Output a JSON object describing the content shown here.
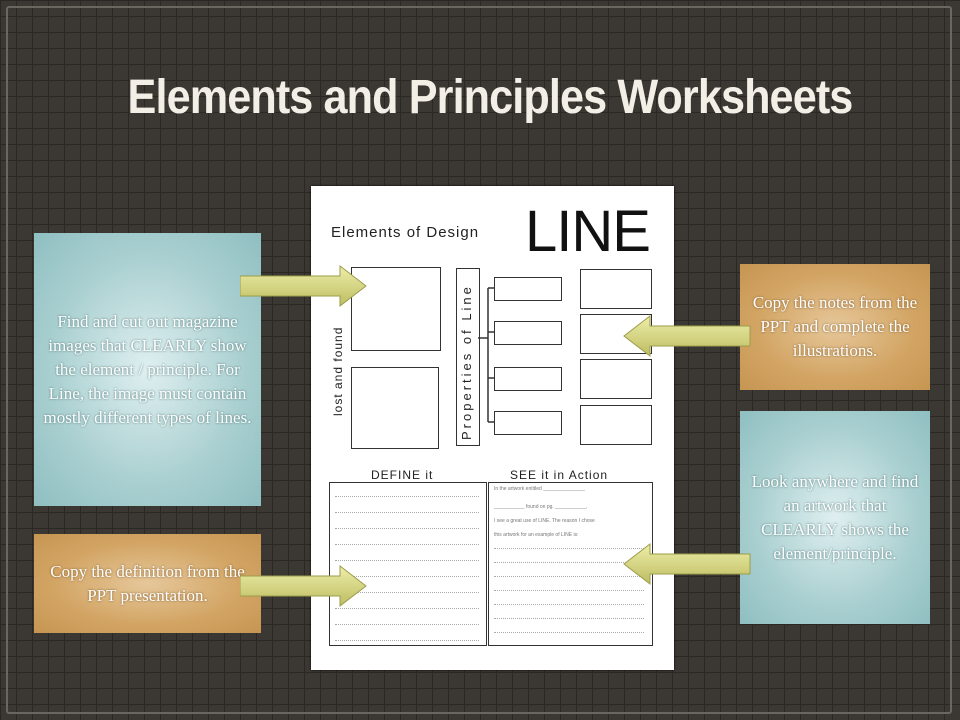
{
  "slide": {
    "title": "Elements and Principles Worksheets"
  },
  "worksheet": {
    "heading": "Elements of Design",
    "big_word": "LINE",
    "lost_and_found": "lost and found",
    "properties_label": "Properties of Line",
    "define_title": "DEFINE it",
    "see_title": "SEE it in Action",
    "see_lines": [
      "In the artwork entitled _______________",
      "___________ found on pg. ___________,",
      "I see a great use of LINE. The reason I chose",
      "this artwork for an example of LINE is:"
    ]
  },
  "notes": {
    "magazine": "Find and cut out magazine images that CLEARLY show the element / principle. For Line, the image must contain mostly different types of lines.",
    "definition": "Copy the definition from the PPT presentation.",
    "notes_ppt": "Copy the notes from the PPT and complete the illustrations.",
    "artwork": "Look anywhere and find an artwork that CLEARLY shows the element/principle."
  },
  "colors": {
    "background": "#3b3733",
    "note_blue": "#a9cfd0",
    "note_tan": "#d2a463",
    "arrow": "#d9d98a",
    "title": "#f3efe6"
  }
}
